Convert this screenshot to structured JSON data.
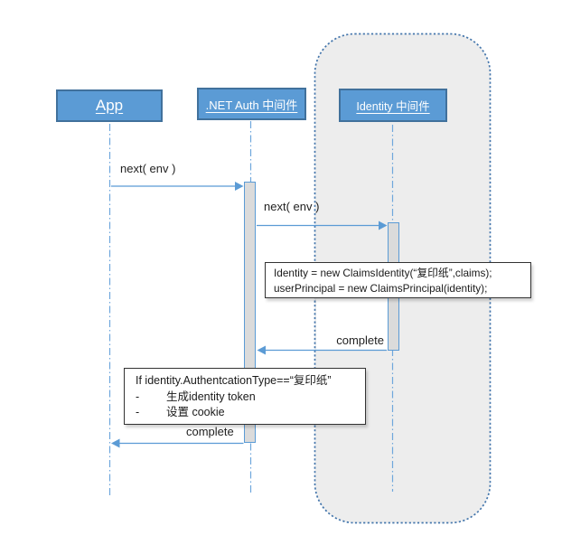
{
  "diagram": {
    "participants": [
      {
        "label": "App"
      },
      {
        "label": ".NET Auth 中间件"
      },
      {
        "label": "Identity 中间件"
      }
    ],
    "messages": [
      {
        "label": "next( env )",
        "from": "App",
        "to": ".NET Auth 中间件"
      },
      {
        "label": "next( env )",
        "from": ".NET Auth 中间件",
        "to": "Identity 中间件"
      },
      {
        "label": "complete",
        "from": "Identity 中间件",
        "to": ".NET Auth 中间件"
      },
      {
        "label": "complete",
        "from": ".NET Auth 中间件",
        "to": "App"
      }
    ],
    "notes": [
      {
        "lines": [
          "Identity = new ClaimsIdentity(“复印纸”,claims);",
          "userPrincipal = new ClaimsPrincipal(identity);"
        ]
      },
      {
        "title": "If identity.AuthentcationType==“复印纸”",
        "bullet_marker": "-",
        "bullets": [
          "生成identity token",
          "设置 cookie"
        ]
      }
    ],
    "colors": {
      "accent_blue": "#5B9BD5",
      "participant_border": "#41719C",
      "group_fill": "#EDEDED",
      "group_border": "#4476AC",
      "activation_fill": "#DBDBDB",
      "note_border": "#333333"
    }
  }
}
